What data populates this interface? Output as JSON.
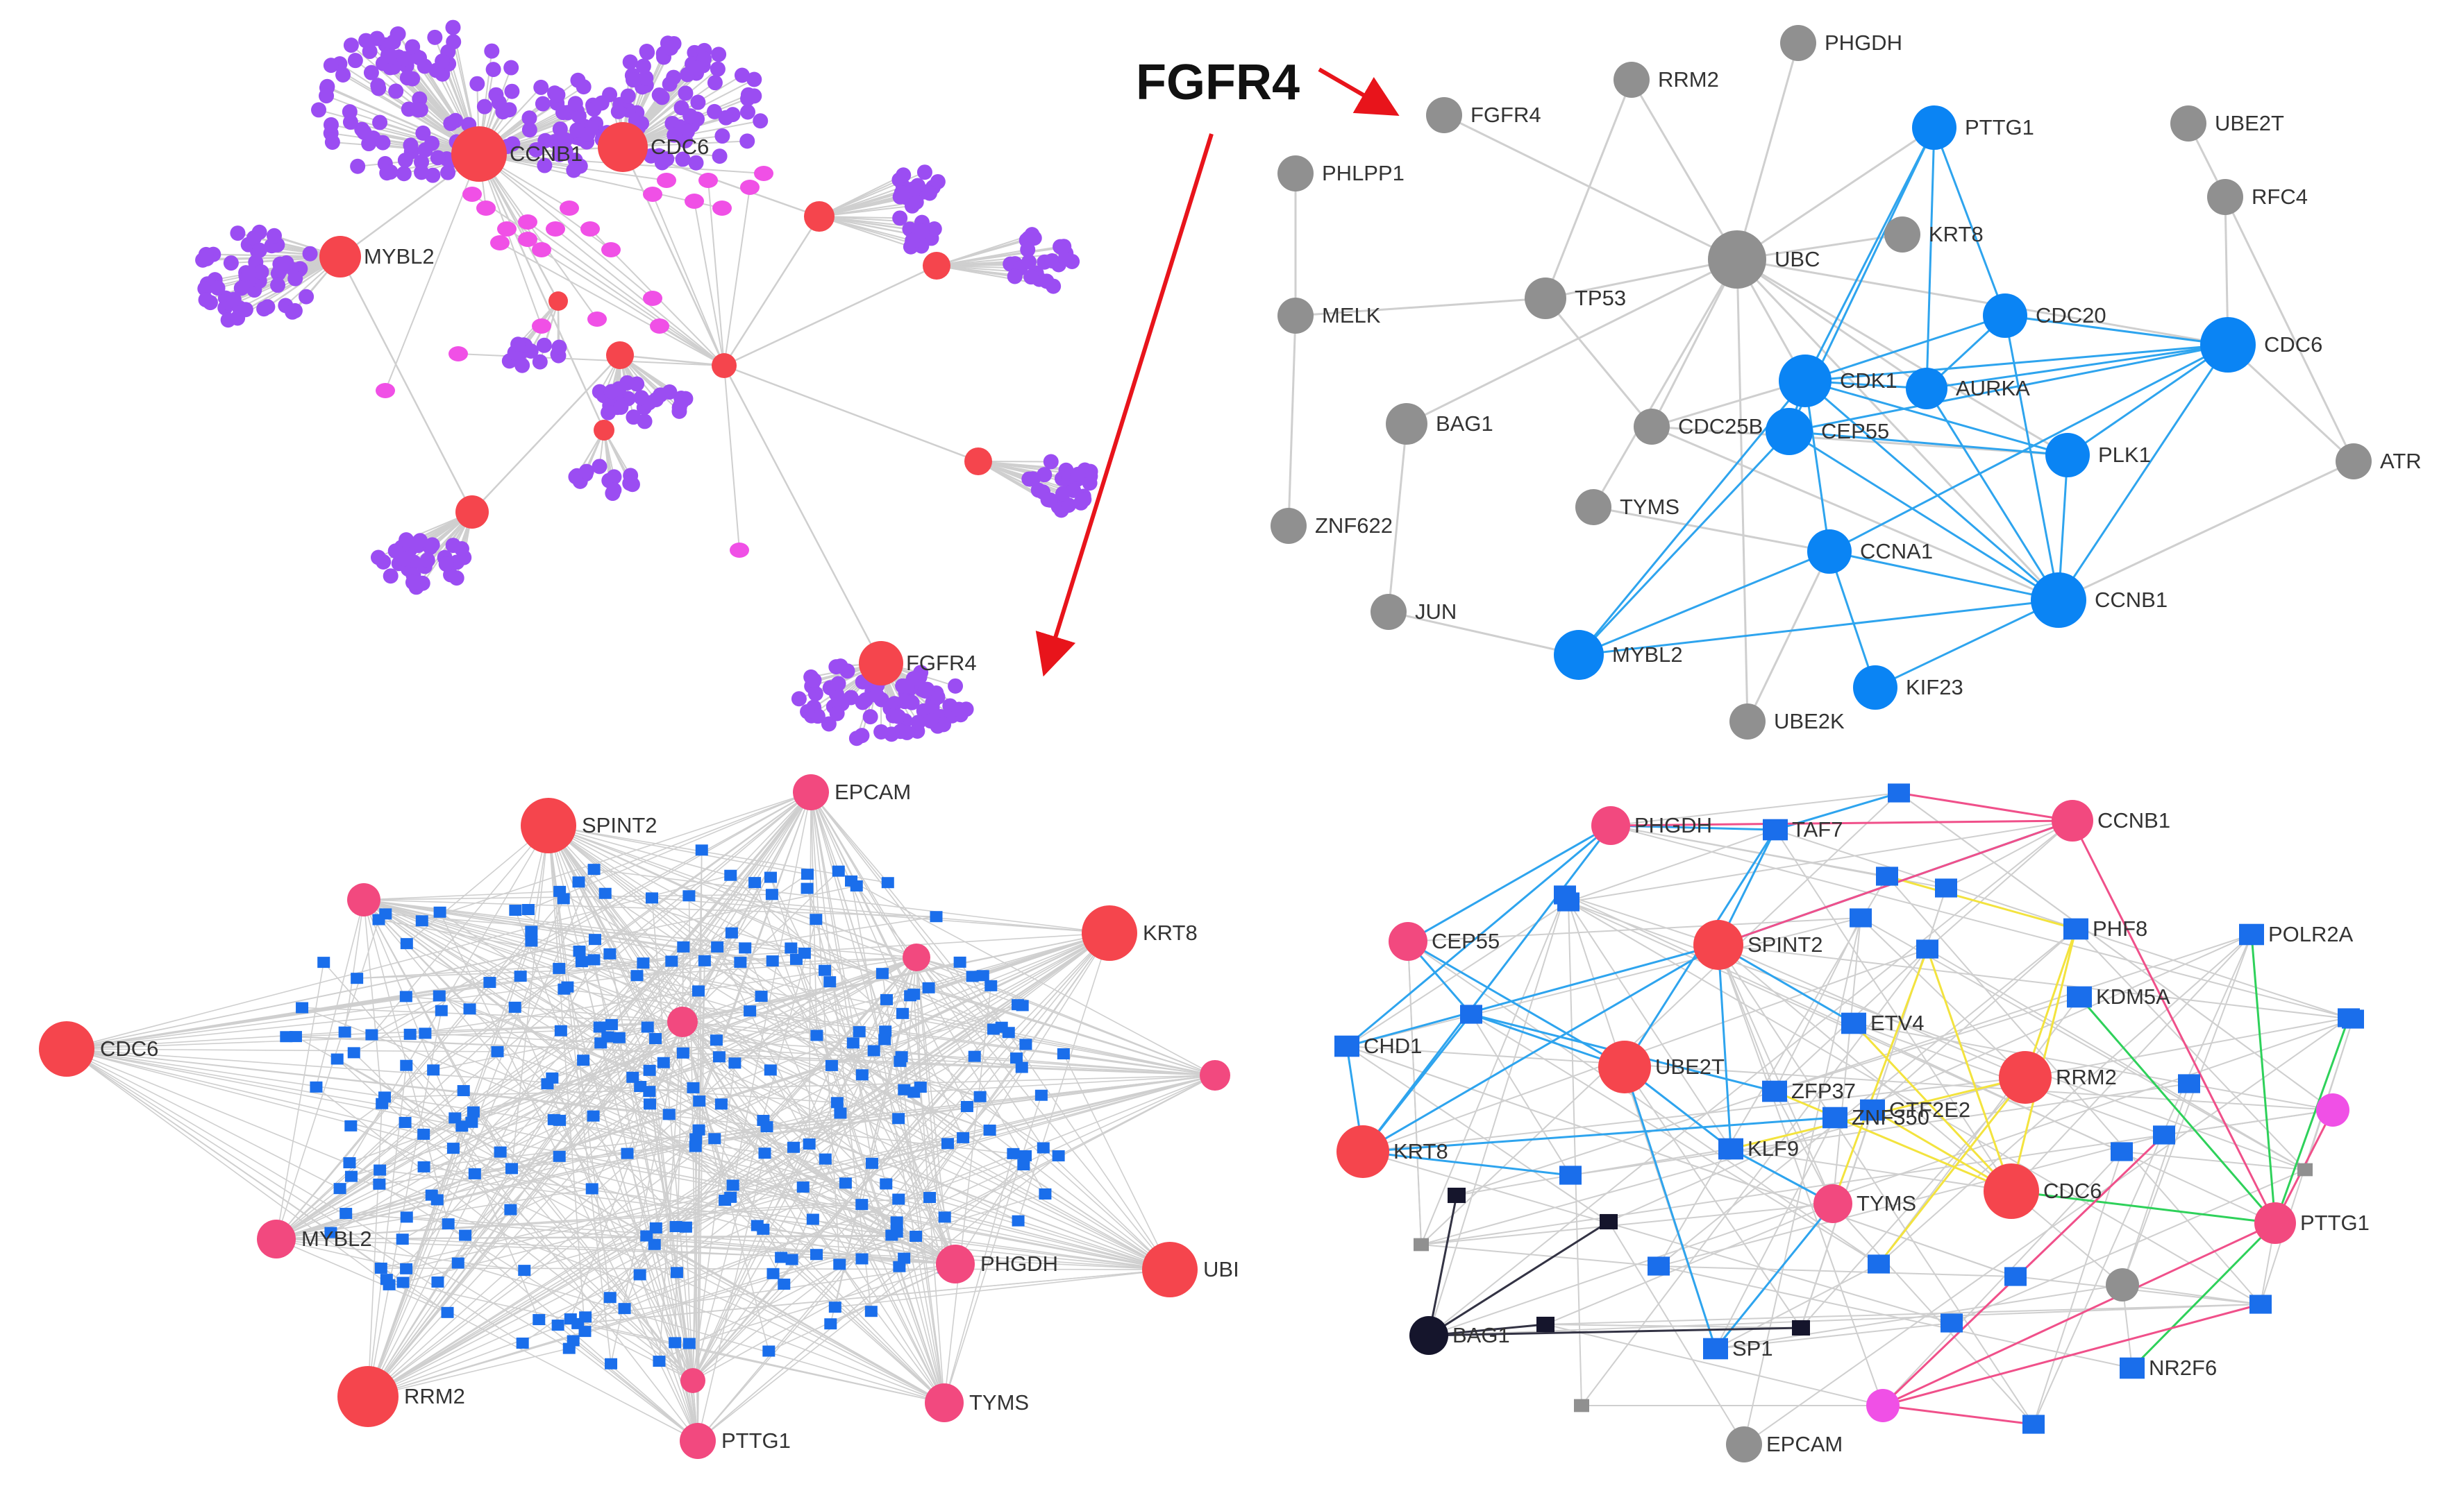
{
  "figure": {
    "annotation": "FGFR4",
    "colors": {
      "purple_leaf": "#9B4DF2",
      "pink_small": "#F050E6",
      "red_hub": "#F5454D",
      "gray_node": "#909090",
      "blue_node": "#0A84F4",
      "blue_edge": "#2EA4EE",
      "gray_edge": "#CFCFCF",
      "pink_node": "#F2497F",
      "square_blue": "#1A6EEB",
      "black_node": "#15152C",
      "yellow_edge": "#F3E33E",
      "green_edge": "#2ED15A",
      "pink_edge": "#F0508A",
      "arrow": "#E8141B"
    }
  },
  "panel_a": {
    "hubs": [
      {
        "id": "CCNB1",
        "label": "CCNB1"
      },
      {
        "id": "CDC6",
        "label": "CDC6"
      },
      {
        "id": "MYBL2",
        "label": "MYBL2"
      },
      {
        "id": "FGFR4",
        "label": "FGFR4"
      },
      {
        "id": "H5",
        "label": ""
      },
      {
        "id": "H6",
        "label": ""
      },
      {
        "id": "H7",
        "label": ""
      },
      {
        "id": "H8",
        "label": ""
      },
      {
        "id": "H9",
        "label": ""
      },
      {
        "id": "H10",
        "label": ""
      },
      {
        "id": "H11",
        "label": ""
      },
      {
        "id": "H12",
        "label": ""
      }
    ]
  },
  "panel_b": {
    "nodes": [
      {
        "id": "PHGDH",
        "label": "PHGDH",
        "group": "gray"
      },
      {
        "id": "RRM2",
        "label": "RRM2",
        "group": "gray"
      },
      {
        "id": "FGFR4",
        "label": "FGFR4",
        "group": "gray"
      },
      {
        "id": "PHLPP1",
        "label": "PHLPP1",
        "group": "gray"
      },
      {
        "id": "PTTG1",
        "label": "PTTG1",
        "group": "blue"
      },
      {
        "id": "UBE2T",
        "label": "UBE2T",
        "group": "gray"
      },
      {
        "id": "RFC4",
        "label": "RFC4",
        "group": "gray"
      },
      {
        "id": "KRT8",
        "label": "KRT8",
        "group": "gray"
      },
      {
        "id": "UBC",
        "label": "UBC",
        "group": "gray"
      },
      {
        "id": "MELK",
        "label": "MELK",
        "group": "gray"
      },
      {
        "id": "TP53",
        "label": "TP53",
        "group": "gray"
      },
      {
        "id": "CDC20",
        "label": "CDC20",
        "group": "blue"
      },
      {
        "id": "CDC6",
        "label": "CDC6",
        "group": "blue"
      },
      {
        "id": "CDK1",
        "label": "CDK1",
        "group": "blue"
      },
      {
        "id": "AURKA",
        "label": "AURKA",
        "group": "blue"
      },
      {
        "id": "BAG1",
        "label": "BAG1",
        "group": "gray"
      },
      {
        "id": "CDC25B",
        "label": "CDC25B",
        "group": "gray"
      },
      {
        "id": "CEP55",
        "label": "CEP55",
        "group": "blue"
      },
      {
        "id": "PLK1",
        "label": "PLK1",
        "group": "blue"
      },
      {
        "id": "ATR",
        "label": "ATR",
        "group": "gray"
      },
      {
        "id": "ZNF622",
        "label": "ZNF622",
        "group": "gray"
      },
      {
        "id": "TYMS",
        "label": "TYMS",
        "group": "gray"
      },
      {
        "id": "CCNA1",
        "label": "CCNA1",
        "group": "blue"
      },
      {
        "id": "CCNB1",
        "label": "CCNB1",
        "group": "blue"
      },
      {
        "id": "JUN",
        "label": "JUN",
        "group": "gray"
      },
      {
        "id": "MYBL2",
        "label": "MYBL2",
        "group": "blue"
      },
      {
        "id": "KIF23",
        "label": "KIF23",
        "group": "blue"
      },
      {
        "id": "UBE2K",
        "label": "UBE2K",
        "group": "gray"
      }
    ],
    "edges": [
      [
        "UBC",
        "PHGDH"
      ],
      [
        "UBC",
        "RRM2"
      ],
      [
        "UBC",
        "FGFR4"
      ],
      [
        "UBC",
        "KRT8"
      ],
      [
        "UBC",
        "TP53"
      ],
      [
        "UBC",
        "BAG1"
      ],
      [
        "UBC",
        "CDC25B"
      ],
      [
        "UBC",
        "TYMS"
      ],
      [
        "UBC",
        "CCNB1"
      ],
      [
        "UBC",
        "CDC6"
      ],
      [
        "UBC",
        "PLK1"
      ],
      [
        "UBC",
        "CDK1"
      ],
      [
        "UBC",
        "AURKA"
      ],
      [
        "UBC",
        "PTTG1"
      ],
      [
        "UBC",
        "UBE2K"
      ],
      [
        "RRM2",
        "TP53"
      ],
      [
        "TP53",
        "MELK"
      ],
      [
        "TP53",
        "CDC25B"
      ],
      [
        "PHLPP1",
        "MELK"
      ],
      [
        "MELK",
        "ZNF622"
      ],
      [
        "BAG1",
        "JUN"
      ],
      [
        "JUN",
        "MYBL2"
      ],
      [
        "UBE2T",
        "RFC4"
      ],
      [
        "RFC4",
        "CDC6"
      ],
      [
        "RFC4",
        "ATR"
      ],
      [
        "CDC6",
        "ATR"
      ],
      [
        "CDC25B",
        "CDK1"
      ],
      [
        "CDC25B",
        "PLK1"
      ],
      [
        "CDC25B",
        "CCNB1"
      ],
      [
        "TYMS",
        "CCNA1"
      ],
      [
        "CCNB1",
        "ATR"
      ],
      [
        "UBE2K",
        "CCNA1"
      ],
      [
        "PTTG1",
        "CDK1"
      ],
      [
        "PTTG1",
        "CDC20"
      ],
      [
        "PTTG1",
        "AURKA"
      ],
      [
        "PTTG1",
        "CEP55"
      ],
      [
        "CDC20",
        "CDC6"
      ],
      [
        "CDC20",
        "CDK1"
      ],
      [
        "CDC20",
        "CCNB1"
      ],
      [
        "CDC20",
        "AURKA"
      ],
      [
        "CDC6",
        "CDK1"
      ],
      [
        "CDC6",
        "AURKA"
      ],
      [
        "CDC6",
        "PLK1"
      ],
      [
        "CDC6",
        "CCNB1"
      ],
      [
        "CDC6",
        "CCNA1"
      ],
      [
        "CDC6",
        "CEP55"
      ],
      [
        "CDK1",
        "AURKA"
      ],
      [
        "CDK1",
        "CEP55"
      ],
      [
        "CDK1",
        "CCNB1"
      ],
      [
        "CDK1",
        "CCNA1"
      ],
      [
        "CDK1",
        "PLK1"
      ],
      [
        "CDK1",
        "MYBL2"
      ],
      [
        "CEP55",
        "PLK1"
      ],
      [
        "CEP55",
        "CCNB1"
      ],
      [
        "CEP55",
        "MYBL2"
      ],
      [
        "PLK1",
        "CCNB1"
      ],
      [
        "AURKA",
        "CCNB1"
      ],
      [
        "CCNA1",
        "CCNB1"
      ],
      [
        "CCNA1",
        "MYBL2"
      ],
      [
        "CCNA1",
        "KIF23"
      ],
      [
        "CCNB1",
        "MYBL2"
      ],
      [
        "CCNB1",
        "KIF23"
      ]
    ]
  },
  "panel_c": {
    "hubs": [
      {
        "id": "SPINT2",
        "label": "SPINT2"
      },
      {
        "id": "EPCAM",
        "label": "EPCAM"
      },
      {
        "id": "KRT8",
        "label": "KRT8"
      },
      {
        "id": "CDC6",
        "label": "CDC6"
      },
      {
        "id": "MYBL2",
        "label": "MYBL2"
      },
      {
        "id": "PHGDH",
        "label": "PHGDH"
      },
      {
        "id": "UBI",
        "label": "UBI"
      },
      {
        "id": "RRM2",
        "label": "RRM2"
      },
      {
        "id": "PTTG1",
        "label": "PTTG1"
      },
      {
        "id": "TYMS",
        "label": "TYMS"
      },
      {
        "id": "P1",
        "label": ""
      },
      {
        "id": "P2",
        "label": ""
      },
      {
        "id": "P3",
        "label": ""
      },
      {
        "id": "P4",
        "label": ""
      },
      {
        "id": "P5",
        "label": ""
      }
    ]
  },
  "panel_d": {
    "nodes": [
      {
        "id": "PHGDH",
        "label": "PHGDH",
        "kind": "pink"
      },
      {
        "id": "TAF7",
        "label": "TAF7",
        "kind": "sq"
      },
      {
        "id": "CCNB1",
        "label": "CCNB1",
        "kind": "pink"
      },
      {
        "id": "CEP55",
        "label": "CEP55",
        "kind": "pink"
      },
      {
        "id": "SPINT2",
        "label": "SPINT2",
        "kind": "red"
      },
      {
        "id": "PHF8",
        "label": "PHF8",
        "kind": "sq"
      },
      {
        "id": "POLR2A",
        "label": "POLR2A",
        "kind": "sq"
      },
      {
        "id": "KDM5A",
        "label": "KDM5A",
        "kind": "sq"
      },
      {
        "id": "CHD1",
        "label": "CHD1",
        "kind": "sq"
      },
      {
        "id": "ETV4",
        "label": "ETV4",
        "kind": "sq"
      },
      {
        "id": "UBE2T",
        "label": "UBE2T",
        "kind": "red"
      },
      {
        "id": "RRM2",
        "label": "RRM2",
        "kind": "red"
      },
      {
        "id": "ZFP37",
        "label": "ZFP37",
        "kind": "sq"
      },
      {
        "id": "GTF2E2",
        "label": "GTF2E2",
        "kind": "sq"
      },
      {
        "id": "ZNF350",
        "label": "ZNF350",
        "kind": "sq"
      },
      {
        "id": "KRT8",
        "label": "KRT8",
        "kind": "red"
      },
      {
        "id": "KLF9",
        "label": "KLF9",
        "kind": "sq"
      },
      {
        "id": "TYMS",
        "label": "TYMS",
        "kind": "pink"
      },
      {
        "id": "CDC6",
        "label": "CDC6",
        "kind": "red"
      },
      {
        "id": "PTTG1",
        "label": "PTTG1",
        "kind": "pink"
      },
      {
        "id": "BAG1",
        "label": "BAG1",
        "kind": "black"
      },
      {
        "id": "SP1",
        "label": "SP1",
        "kind": "sq"
      },
      {
        "id": "NR2F6",
        "label": "NR2F6",
        "kind": "sq"
      },
      {
        "id": "EPCAM",
        "label": "EPCAM",
        "kind": "gray"
      },
      {
        "id": "Q1",
        "label": "",
        "kind": "sq"
      },
      {
        "id": "Q2",
        "label": "",
        "kind": "sq"
      },
      {
        "id": "Q3",
        "label": "",
        "kind": "sq"
      },
      {
        "id": "Q4",
        "label": "",
        "kind": "sq"
      },
      {
        "id": "Q5",
        "label": "",
        "kind": "sq"
      },
      {
        "id": "Q6",
        "label": "",
        "kind": "sq"
      },
      {
        "id": "Q7",
        "label": "",
        "kind": "sq"
      },
      {
        "id": "Q8",
        "label": "",
        "kind": "sq"
      },
      {
        "id": "Q9",
        "label": "",
        "kind": "sq"
      },
      {
        "id": "Q10",
        "label": "",
        "kind": "sq"
      },
      {
        "id": "Q11",
        "label": "",
        "kind": "sq"
      },
      {
        "id": "Q12",
        "label": "",
        "kind": "sq"
      },
      {
        "id": "Q13",
        "label": "",
        "kind": "sq"
      },
      {
        "id": "Q14",
        "label": "",
        "kind": "sq"
      },
      {
        "id": "Q15",
        "label": "",
        "kind": "sq"
      },
      {
        "id": "Q16",
        "label": "",
        "kind": "sq"
      },
      {
        "id": "Q17",
        "label": "",
        "kind": "sq"
      },
      {
        "id": "Q18",
        "label": "",
        "kind": "sq"
      },
      {
        "id": "Q19",
        "label": "",
        "kind": "sq"
      },
      {
        "id": "Q20",
        "label": "",
        "kind": "sq"
      },
      {
        "id": "Q21",
        "label": "",
        "kind": "pink"
      },
      {
        "id": "Q22",
        "label": "",
        "kind": "pink"
      },
      {
        "id": "Q23",
        "label": "",
        "kind": "gray"
      },
      {
        "id": "Q24",
        "label": "",
        "kind": "blacksq"
      },
      {
        "id": "Q25",
        "label": "",
        "kind": "blacksq"
      },
      {
        "id": "Q26",
        "label": "",
        "kind": "blacksq"
      },
      {
        "id": "Q27",
        "label": "",
        "kind": "blacksq"
      },
      {
        "id": "Q28",
        "label": "",
        "kind": "graysq"
      },
      {
        "id": "Q29",
        "label": "",
        "kind": "graysq"
      },
      {
        "id": "Q30",
        "label": "",
        "kind": "graysq"
      }
    ],
    "edges": [
      [
        "PHGDH",
        "CEP55",
        "blue"
      ],
      [
        "PHGDH",
        "CHD1",
        "blue"
      ],
      [
        "PHGDH",
        "KRT8",
        "blue"
      ],
      [
        "PHGDH",
        "TAF7",
        "blue"
      ],
      [
        "TAF7",
        "SPINT2",
        "blue"
      ],
      [
        "TAF7",
        "UBE2T",
        "blue"
      ],
      [
        "TAF7",
        "Q1",
        "blue"
      ],
      [
        "CEP55",
        "Q3",
        "blue"
      ],
      [
        "CEP55",
        "UBE2T",
        "blue"
      ],
      [
        "CHD1",
        "KRT8",
        "blue"
      ],
      [
        "CHD1",
        "SPINT2",
        "blue"
      ],
      [
        "Q3",
        "KRT8",
        "blue"
      ],
      [
        "Q3",
        "UBE2T",
        "blue"
      ],
      [
        "Q3",
        "ZFP37",
        "blue"
      ],
      [
        "KRT8",
        "ZNF350",
        "blue"
      ],
      [
        "KRT8",
        "Q10",
        "blue"
      ],
      [
        "KRT8",
        "SPINT2",
        "blue"
      ],
      [
        "SPINT2",
        "ETV4",
        "blue"
      ],
      [
        "SPINT2",
        "KLF9",
        "blue"
      ],
      [
        "SPINT2",
        "CCNB1",
        "blue"
      ],
      [
        "UBE2T",
        "SP1",
        "blue"
      ],
      [
        "UBE2T",
        "KLF9",
        "blue"
      ],
      [
        "TYMS",
        "SP1",
        "blue"
      ],
      [
        "TYMS",
        "KLF9",
        "blue"
      ],
      [
        "PHF8",
        "RRM2",
        "yellow"
      ],
      [
        "PHF8",
        "CDC6",
        "yellow"
      ],
      [
        "PHF8",
        "Q5",
        "yellow"
      ],
      [
        "Q4",
        "CDC6",
        "yellow"
      ],
      [
        "Q4",
        "TYMS",
        "yellow"
      ],
      [
        "RRM2",
        "KLF9",
        "yellow"
      ],
      [
        "RRM2",
        "Q12",
        "yellow"
      ],
      [
        "CDC6",
        "ZFP37",
        "yellow"
      ],
      [
        "CDC6",
        "GTF2E2",
        "yellow"
      ],
      [
        "CDC6",
        "ETV4",
        "yellow"
      ],
      [
        "KDM5A",
        "PTTG1",
        "green"
      ],
      [
        "POLR2A",
        "PTTG1",
        "green"
      ],
      [
        "Q7",
        "PTTG1",
        "green"
      ],
      [
        "PTTG1",
        "NR2F6",
        "green"
      ],
      [
        "CDC6",
        "PTTG1",
        "green"
      ],
      [
        "PHGDH",
        "CCNB1",
        "pink"
      ],
      [
        "CCNB1",
        "Q1",
        "pink"
      ],
      [
        "CCNB1",
        "SPINT2",
        "pink"
      ],
      [
        "CCNB1",
        "PTTG1",
        "pink"
      ],
      [
        "PTTG1",
        "Q21",
        "pink"
      ],
      [
        "PTTG1",
        "Q22",
        "pink"
      ],
      [
        "Q22",
        "Q14",
        "pink"
      ],
      [
        "Q22",
        "Q17",
        "pink"
      ],
      [
        "Q22",
        "Q9",
        "pink"
      ],
      [
        "BAG1",
        "Q24",
        "black"
      ],
      [
        "BAG1",
        "Q25",
        "black"
      ],
      [
        "BAG1",
        "Q26",
        "black"
      ],
      [
        "BAG1",
        "Q27",
        "black"
      ]
    ]
  }
}
